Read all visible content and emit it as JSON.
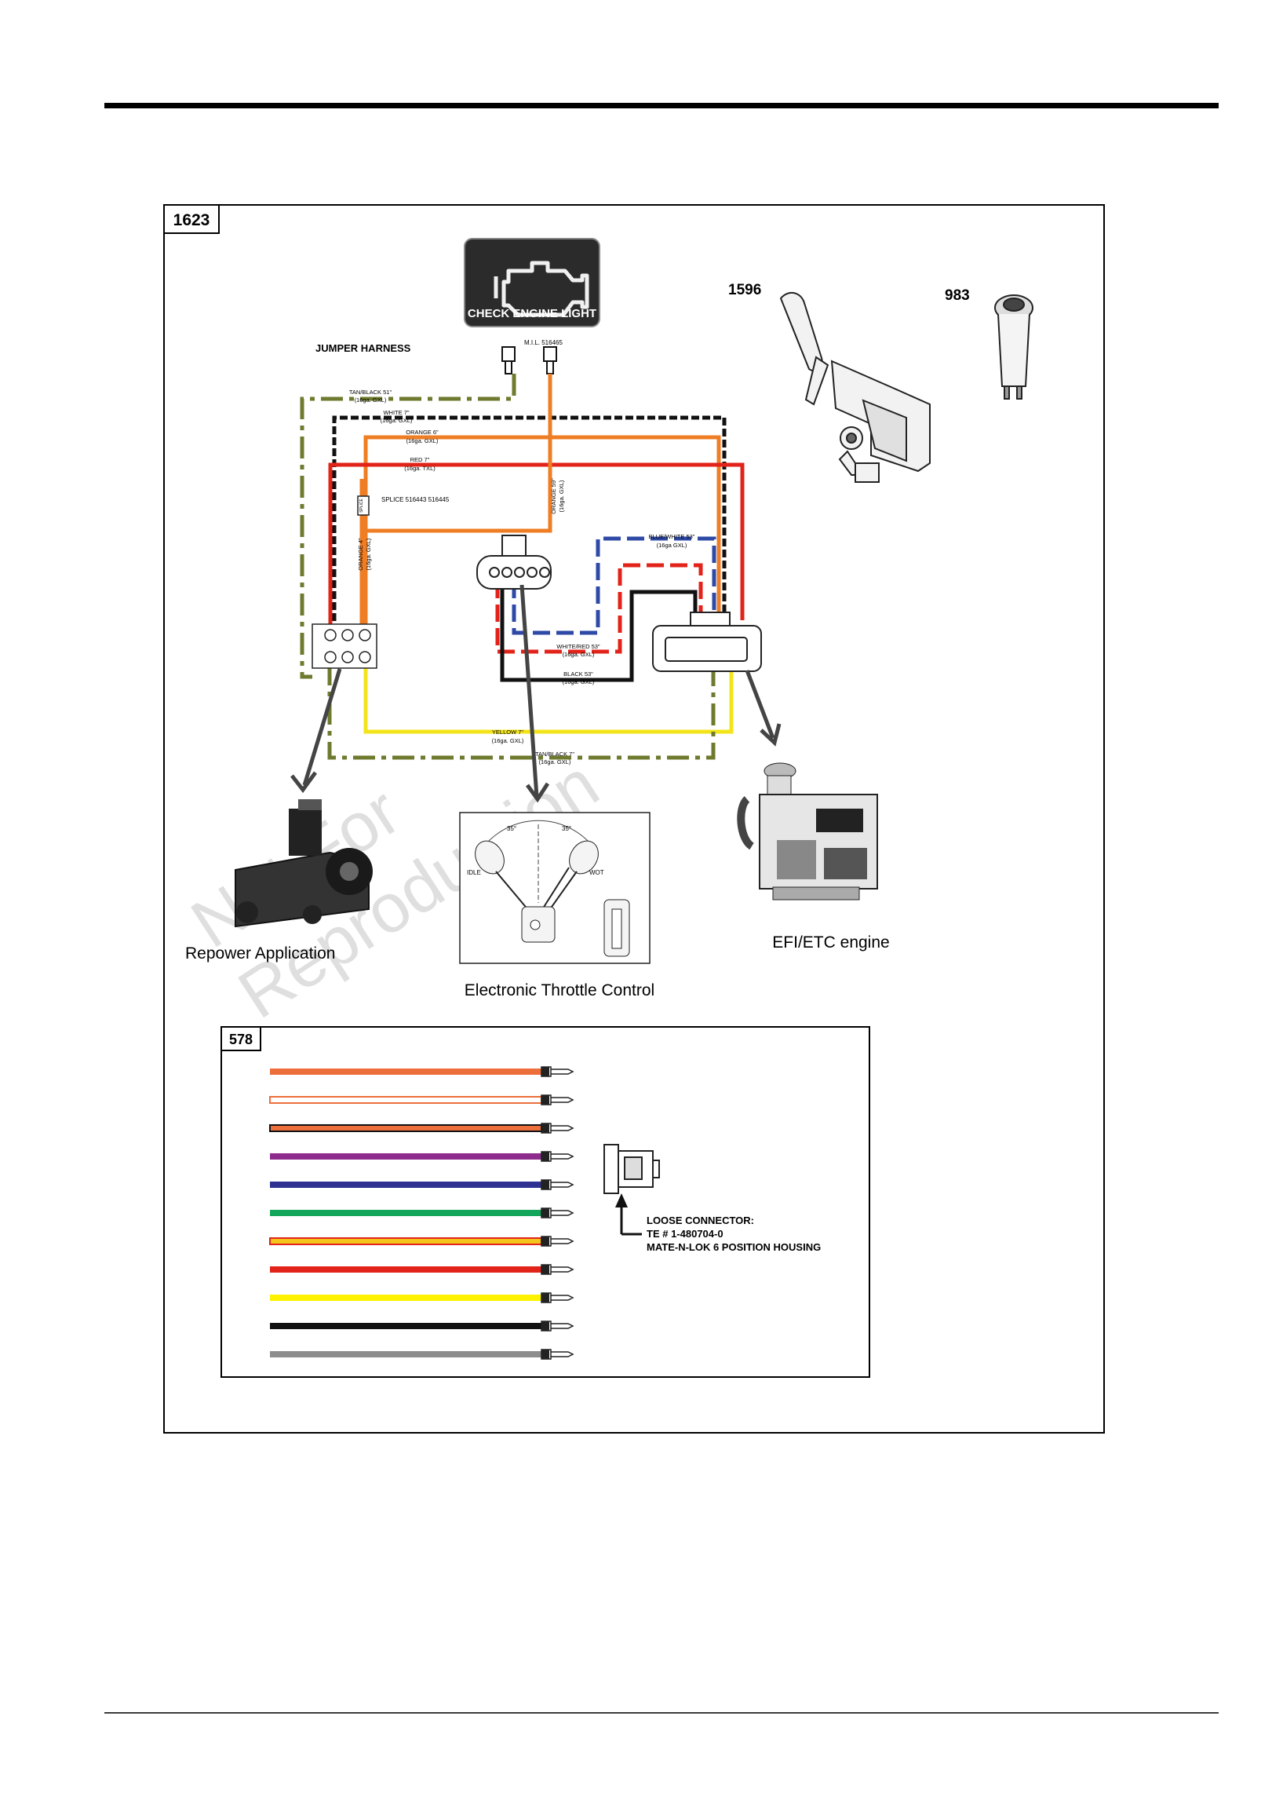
{
  "main_figure": {
    "id": "1623",
    "check_engine_light": {
      "text": "CHECK ENGINE LIGHT"
    },
    "jumper_harness_label": "JUMPER HARNESS",
    "mil_label": "M.I.L. 516465",
    "parts": {
      "lever_id": "1596",
      "lamp_id": "983"
    },
    "wires": {
      "tan_black_51": {
        "name": "TAN/BLACK 51\"",
        "spec": "(16ga. GXL)",
        "color": "#6f7a2e"
      },
      "white_7": {
        "name": "WHITE 7\"",
        "spec": "(16ga. GXL)",
        "color": "#111111"
      },
      "orange_6": {
        "name": "ORANGE 6\"",
        "spec": "(16ga. GXL)",
        "color": "#ef7d23"
      },
      "red_7": {
        "name": "RED 7\"",
        "spec": "(16ga. TXL)",
        "color": "#e2231a"
      },
      "orange_59": {
        "name": "ORANGE 59\"",
        "spec": "(16ga. GXL)",
        "color": "#ef7d23"
      },
      "orange_4": {
        "name": "ORANGE 4\"",
        "spec": "(16ga. GXL)",
        "color": "#ef7d23"
      },
      "blue_white_53": {
        "name": "BLUE/WHITE 53\"",
        "spec": "(16ga GXL)",
        "color": "#2e49a6"
      },
      "white_red_53": {
        "name": "WHITE/RED 53\"",
        "spec": "(16ga. GXL)",
        "color": "#e2231a"
      },
      "black_53": {
        "name": "BLACK 53\"",
        "spec": "(16ga. GXL)",
        "color": "#111111"
      },
      "yellow_7": {
        "name": "YELLOW 7\"",
        "spec": "(16ga. GXL)",
        "color": "#f3e41a"
      },
      "tan_black_7": {
        "name": "TAN/BLACK 7\"",
        "spec": "(16ga. GXL)",
        "color": "#6f7a2e"
      }
    },
    "splice_label": "SPLICE 516443 516445",
    "splice_box_label": "SPLICE",
    "throttle_inset": {
      "angle_left": "35°",
      "angle_right": "35°",
      "idle": "IDLE",
      "wot": "WOT"
    },
    "captions": {
      "repower": "Repower Application",
      "throttle": "Electronic Throttle Control",
      "engine": "EFI/ETC engine"
    },
    "watermark": {
      "line1": "Not For",
      "line2": "Reproduction"
    }
  },
  "sub_figure": {
    "id": "578",
    "wire_colors": [
      {
        "color": "#ec6f3b",
        "stripe": ""
      },
      {
        "color": "#ffffff",
        "stripe": "#ec6f3b"
      },
      {
        "color": "#ec6f3b",
        "stripe": "#111111"
      },
      {
        "color": "#8e2c8e",
        "stripe": ""
      },
      {
        "color": "#2e3191",
        "stripe": ""
      },
      {
        "color": "#13a55a",
        "stripe": ""
      },
      {
        "color": "#f3c41a",
        "stripe": "#e2231a"
      },
      {
        "color": "#e2231a",
        "stripe": ""
      },
      {
        "color": "#fff200",
        "stripe": ""
      },
      {
        "color": "#111111",
        "stripe": ""
      },
      {
        "color": "#8d8d8d",
        "stripe": ""
      }
    ],
    "connector_label": {
      "line1": "LOOSE CONNECTOR:",
      "line2": "TE # 1-480704-0",
      "line3": "MATE-N-LOK 6 POSITION HOUSING"
    }
  }
}
